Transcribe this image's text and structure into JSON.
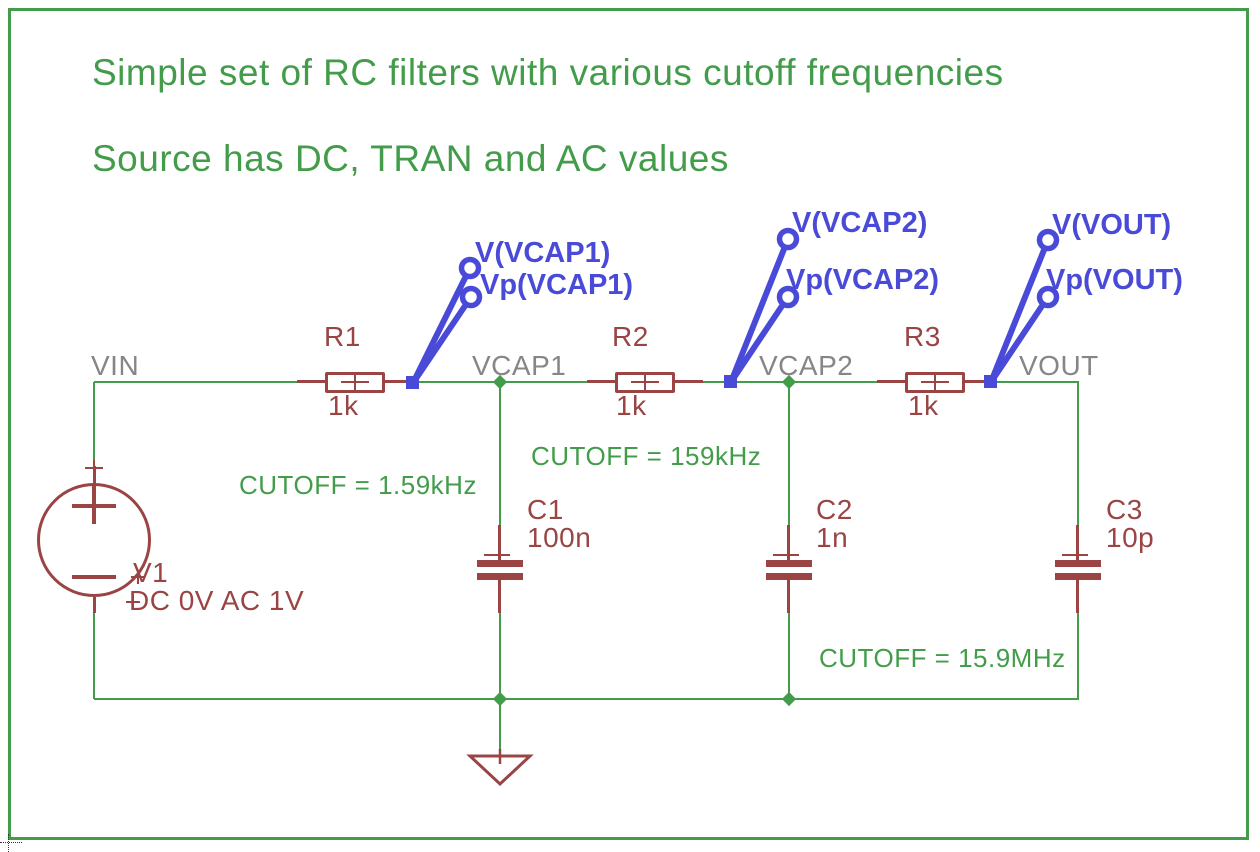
{
  "colors": {
    "green": "#429c4a",
    "maroon": "#9a4444",
    "gray": "#868686",
    "blue": "#4a4ad9",
    "background": "#ffffff"
  },
  "title": {
    "line1": "Simple set of RC filters with various cutoff frequencies",
    "line2": "Source has DC, TRAN and AC values"
  },
  "annotations": {
    "cutoff_r1c1": "CUTOFF = 1.59kHz",
    "cutoff_r2c2": "CUTOFF = 159kHz",
    "cutoff_r3c3": "CUTOFF = 15.9MHz"
  },
  "net_labels": {
    "vin": "VIN",
    "vcap1": "VCAP1",
    "vcap2": "VCAP2",
    "vout": "VOUT"
  },
  "components": {
    "v1": {
      "ref": "V1",
      "value": "DC 0V AC 1V"
    },
    "r1": {
      "ref": "R1",
      "value": "1k"
    },
    "r2": {
      "ref": "R2",
      "value": "1k"
    },
    "r3": {
      "ref": "R3",
      "value": "1k"
    },
    "c1": {
      "ref": "C1",
      "value": "100n"
    },
    "c2": {
      "ref": "C2",
      "value": "1n"
    },
    "c3": {
      "ref": "C3",
      "value": "10p"
    }
  },
  "probes": {
    "vcap1_v": "V(VCAP1)",
    "vcap1_vp": "Vp(VCAP1)",
    "vcap2_v": "V(VCAP2)",
    "vcap2_vp": "Vp(VCAP2)",
    "vout_v": "V(VOUT)",
    "vout_vp": "Vp(VOUT)"
  }
}
